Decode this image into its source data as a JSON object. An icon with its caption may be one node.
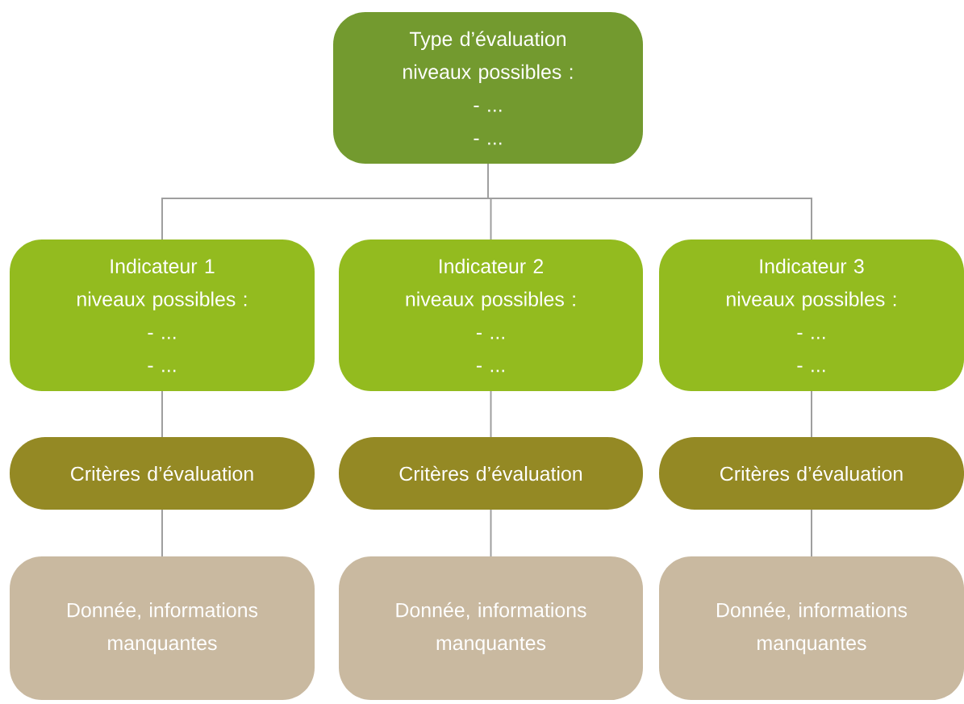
{
  "diagram": {
    "nodes": [
      {
        "text": [
          "Type d’évaluation",
          "niveaux possibles :",
          "- ...",
          "- ..."
        ]
      },
      {
        "text": [
          "Indicateur 1",
          "niveaux possibles :",
          "- ...",
          "- ..."
        ]
      },
      {
        "text": [
          "Indicateur 2",
          "niveaux possibles :",
          "- ...",
          "- ..."
        ]
      },
      {
        "text": [
          "Indicateur 3",
          "niveaux possibles :",
          "- ...",
          "- ..."
        ]
      },
      {
        "text": [
          "Critères d’évaluation"
        ]
      },
      {
        "text": [
          "Critères d’évaluation"
        ]
      },
      {
        "text": [
          "Critères d’évaluation"
        ]
      },
      {
        "text": [
          "Donnée, informations manquantes"
        ]
      },
      {
        "text": [
          "Donnée, informations manquantes"
        ]
      },
      {
        "text": [
          "Donnée, informations manquantes"
        ]
      }
    ],
    "edges": [
      {
        "from": 0,
        "to": 1,
        "arrow": "none"
      },
      {
        "from": 0,
        "to": 2,
        "arrow": "none"
      },
      {
        "from": 0,
        "to": 3,
        "arrow": "none"
      },
      {
        "from": 1,
        "to": 4,
        "arrow": "none"
      },
      {
        "from": 2,
        "to": 5,
        "arrow": "none"
      },
      {
        "from": 3,
        "to": 6,
        "arrow": "none"
      },
      {
        "from": 4,
        "to": 7,
        "arrow": "none"
      },
      {
        "from": 5,
        "to": 8,
        "arrow": "none"
      },
      {
        "from": 6,
        "to": 9,
        "arrow": "none"
      }
    ]
  }
}
